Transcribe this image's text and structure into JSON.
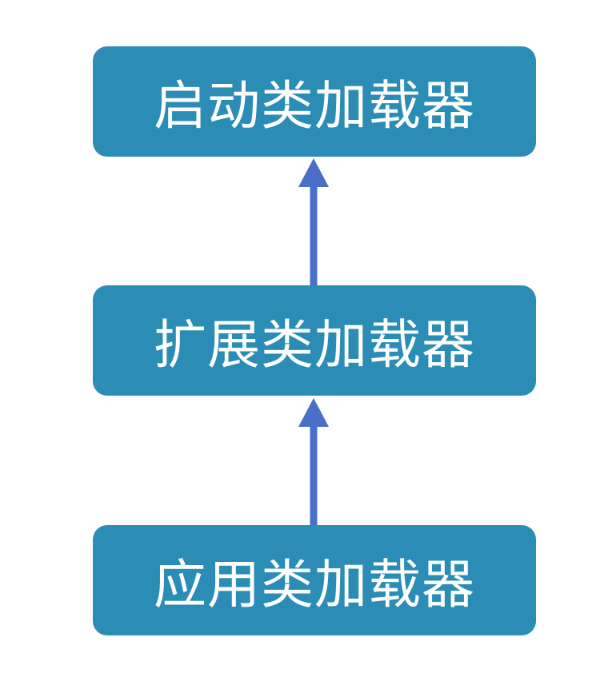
{
  "colors": {
    "node_fill": "#2b8db5",
    "arrow": "#4a6fc9",
    "node_text": "#ffffff"
  },
  "nodes": {
    "bootstrap": {
      "label": "启动类加载器"
    },
    "extension": {
      "label": "扩展类加载器"
    },
    "application": {
      "label": "应用类加载器"
    }
  },
  "edges": [
    {
      "from": "extension",
      "to": "bootstrap"
    },
    {
      "from": "application",
      "to": "extension"
    }
  ]
}
